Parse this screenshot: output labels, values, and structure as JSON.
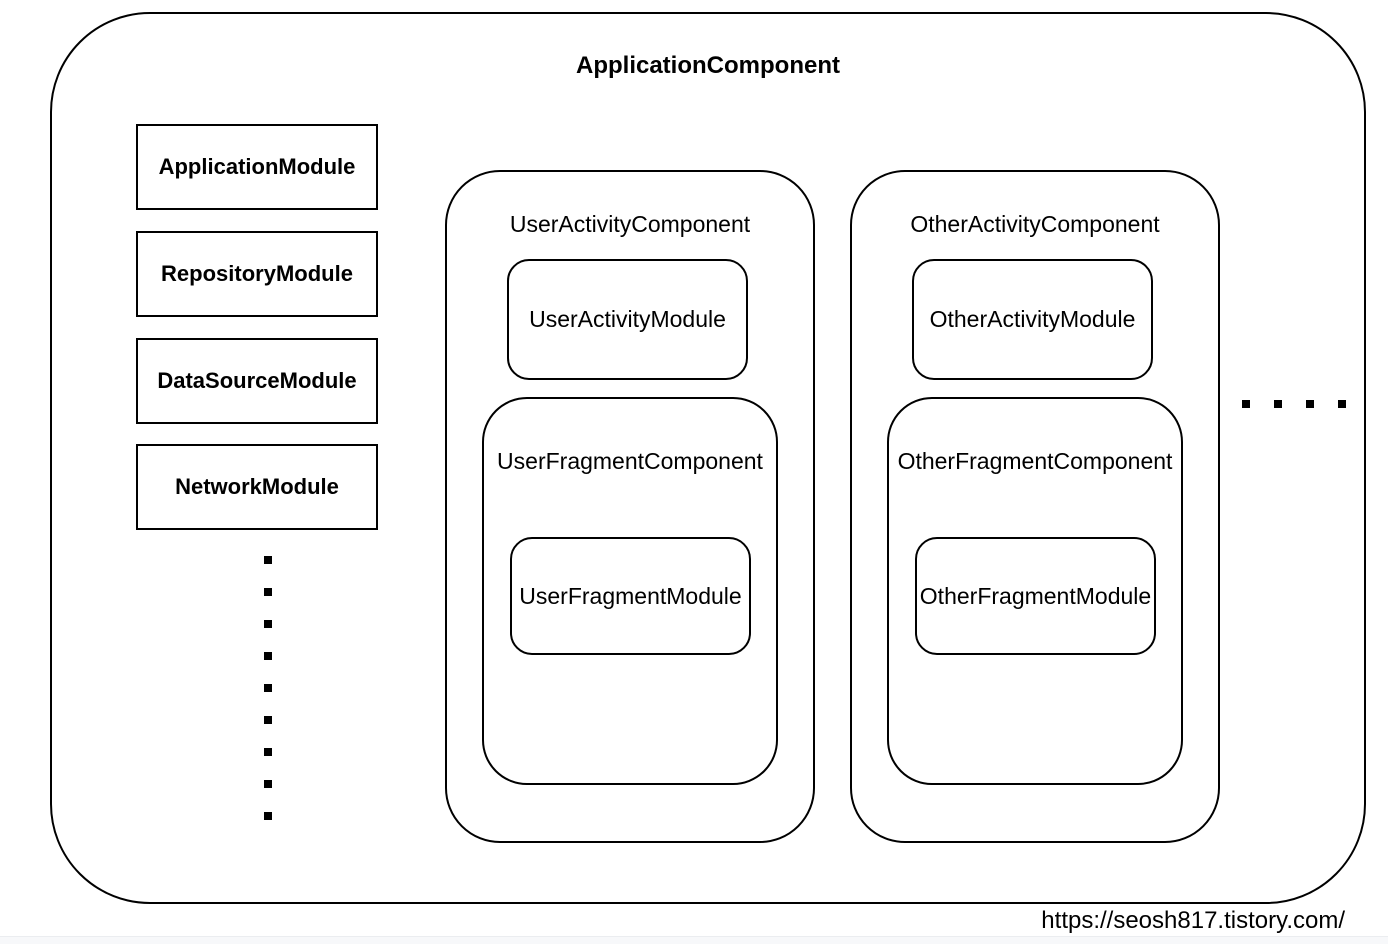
{
  "colors": {
    "stroke": "#000000",
    "background": "#ffffff",
    "footer_strip": "#f7f8fa"
  },
  "diagram": {
    "title": "ApplicationComponent",
    "modules": [
      {
        "label": "ApplicationModule"
      },
      {
        "label": "RepositoryModule"
      },
      {
        "label": "DataSourceModule"
      },
      {
        "label": "NetworkModule"
      }
    ],
    "vertical_ellipsis_dots": 9,
    "horizontal_ellipsis_dots": 4,
    "activity_components": [
      {
        "label": "UserActivityComponent",
        "module_label": "UserActivityModule",
        "fragment_component": {
          "label": "UserFragmentComponent",
          "module_label": "UserFragmentModule"
        }
      },
      {
        "label": "OtherActivityComponent",
        "module_label": "OtherActivityModule",
        "fragment_component": {
          "label": "OtherFragmentComponent",
          "module_label": "OtherFragmentModule"
        }
      }
    ]
  },
  "footer": {
    "url": "https://seosh817.tistory.com/"
  }
}
